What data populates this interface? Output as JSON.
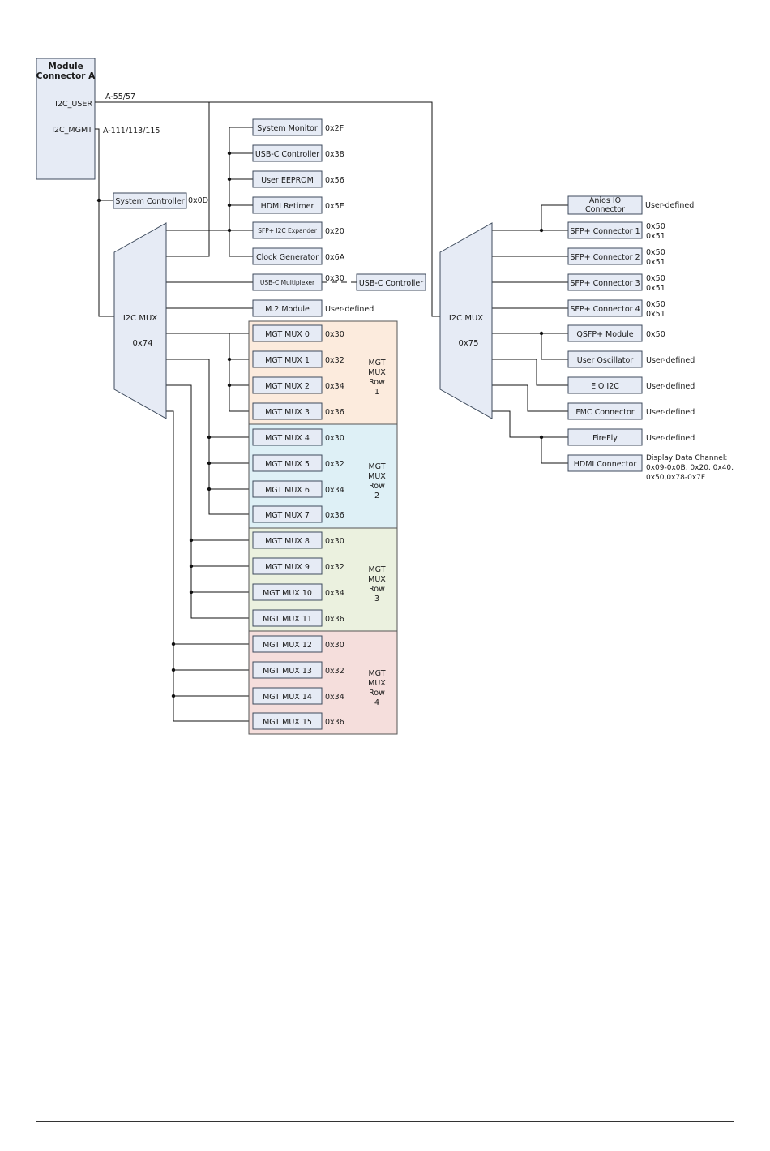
{
  "module_connector": {
    "title": "Module Connector A",
    "ports": [
      "I2C_USER",
      "I2C_MGMT"
    ],
    "pin_user": "A-55/57",
    "pin_mgmt": "A-111/113/115"
  },
  "system_controller": {
    "label": "System Controller",
    "addr": "0x0D"
  },
  "mux_left": {
    "label": "I2C MUX",
    "addr": "0x74"
  },
  "mux_right": {
    "label": "I2C MUX",
    "addr": "0x75"
  },
  "left_devices": [
    {
      "label": "System Monitor",
      "addr": "0x2F"
    },
    {
      "label": "USB-C Controller",
      "addr": "0x38"
    },
    {
      "label": "User EEPROM",
      "addr": "0x56"
    },
    {
      "label": "HDMI Retimer",
      "addr": "0x5E"
    },
    {
      "label": "SFP+ I2C Expander",
      "addr": "0x20"
    },
    {
      "label": "Clock Generator",
      "addr": "0x6A"
    },
    {
      "label": "USB-C Multiplexer",
      "addr": "0x30"
    },
    {
      "label": "M.2 Module",
      "addr": "User-defined"
    }
  ],
  "usb_c_controller_remote": {
    "label": "USB-C Controller"
  },
  "mgt_rows": [
    {
      "name": "MGT MUX Row 1",
      "color": "#fcebdd",
      "muxes": [
        {
          "label": "MGT MUX 0",
          "addr": "0x30"
        },
        {
          "label": "MGT MUX 1",
          "addr": "0x32"
        },
        {
          "label": "MGT MUX 2",
          "addr": "0x34"
        },
        {
          "label": "MGT MUX 3",
          "addr": "0x36"
        }
      ]
    },
    {
      "name": "MGT MUX Row 2",
      "color": "#def0f6",
      "muxes": [
        {
          "label": "MGT MUX 4",
          "addr": "0x30"
        },
        {
          "label": "MGT MUX 5",
          "addr": "0x32"
        },
        {
          "label": "MGT MUX 6",
          "addr": "0x34"
        },
        {
          "label": "MGT MUX 7",
          "addr": "0x36"
        }
      ]
    },
    {
      "name": "MGT MUX Row 3",
      "color": "#ebf1df",
      "muxes": [
        {
          "label": "MGT MUX 8",
          "addr": "0x30"
        },
        {
          "label": "MGT MUX 9",
          "addr": "0x32"
        },
        {
          "label": "MGT MUX 10",
          "addr": "0x34"
        },
        {
          "label": "MGT MUX 11",
          "addr": "0x36"
        }
      ]
    },
    {
      "name": "MGT MUX Row 4",
      "color": "#f5dedc",
      "muxes": [
        {
          "label": "MGT MUX 12",
          "addr": "0x30"
        },
        {
          "label": "MGT MUX 13",
          "addr": "0x32"
        },
        {
          "label": "MGT MUX 14",
          "addr": "0x34"
        },
        {
          "label": "MGT MUX 15",
          "addr": "0x36"
        }
      ]
    }
  ],
  "right_devices": [
    {
      "label": "Anios IO Connector",
      "addr": "User-defined"
    },
    {
      "label": "SFP+ Connector 1",
      "addr": "0x50\n0x51"
    },
    {
      "label": "SFP+ Connector 2",
      "addr": "0x50\n0x51"
    },
    {
      "label": "SFP+ Connector 3",
      "addr": "0x50\n0x51"
    },
    {
      "label": "SFP+ Connector 4",
      "addr": "0x50\n0x51"
    },
    {
      "label": "QSFP+ Module",
      "addr": "0x50"
    },
    {
      "label": "User Oscillator",
      "addr": "User-defined"
    },
    {
      "label": "EIO I2C",
      "addr": "User-defined"
    },
    {
      "label": "FMC Connector",
      "addr": "User-defined"
    },
    {
      "label": "FireFly",
      "addr": "User-defined"
    },
    {
      "label": "HDMI Connector",
      "addr": "Display Data Channel:\n0x09-0x0B, 0x20, 0x40,\n0x50,0x78-0x7F"
    }
  ]
}
